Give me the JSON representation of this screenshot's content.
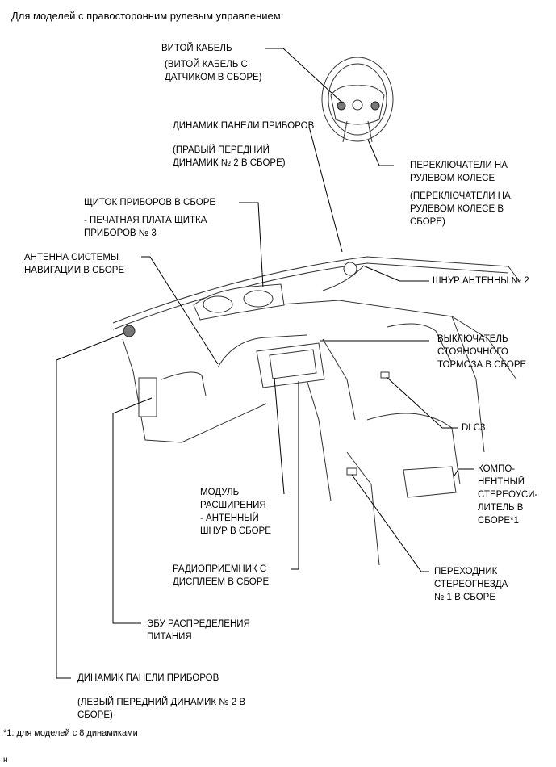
{
  "header": "Для моделей с правосторонним рулевым управлением:",
  "labels": {
    "spiral_cable": "ВИТОЙ КАБЕЛЬ",
    "spiral_cable_note_1": "(ВИТОЙ КАБЕЛЬ С",
    "spiral_cable_note_2": "ДАТЧИКОМ В СБОРЕ)",
    "speaker_right": "ДИНАМИК ПАНЕЛИ ПРИБОРОВ",
    "speaker_right_note_1": "(ПРАВЫЙ ПЕРЕДНИЙ",
    "speaker_right_note_2": "ДИНАМИК № 2 В СБОРЕ)",
    "wheel_switches_1": "ПЕРЕКЛЮЧАТЕЛИ НА",
    "wheel_switches_2": "РУЛЕВОМ КОЛЕСЕ",
    "wheel_switches_note_1": "(ПЕРЕКЛЮЧАТЕЛИ НА",
    "wheel_switches_note_2": "РУЛЕВОМ КОЛЕСЕ В",
    "wheel_switches_note_3": "СБОРЕ)",
    "combination_meter": "ЩИТОК ПРИБОРОВ В СБОРЕ",
    "combination_meter_sub_1": "- ПЕЧАТНАЯ ПЛАТА ЩИТКА",
    "combination_meter_sub_2": "ПРИБОРОВ № 3",
    "nav_antenna_1": "АНТЕННА СИСТЕМЫ",
    "nav_antenna_2": "НАВИГАЦИИ В СБОРЕ",
    "antenna_cord": "ШНУР АНТЕННЫ № 2",
    "parking_brake_1": "ВЫКЛЮЧАТЕЛЬ",
    "parking_brake_2": "СТОЯНОЧНОГО",
    "parking_brake_3": "ТОРМОЗА В СБОРЕ",
    "dlc3": "DLC3",
    "amplifier_1": "КОМПО-",
    "amplifier_2": "НЕНТНЫЙ",
    "amplifier_3": "СТЕРЕОУСИ-",
    "amplifier_4": "ЛИТЕЛЬ В",
    "amplifier_5": "СБОРЕ*1",
    "extension_module_1": "МОДУЛЬ",
    "extension_module_2": "РАСШИРЕНИЯ",
    "extension_module_3": "- АНТЕННЫЙ",
    "extension_module_4": "ШНУР В СБОРЕ",
    "radio_receiver_1": "РАДИОПРИЕМНИК С",
    "radio_receiver_2": "ДИСПЛЕЕМ В СБОРЕ",
    "stereo_jack_1": "ПЕРЕХОДНИК",
    "stereo_jack_2": "СТЕРЕОГНЕЗДА",
    "stereo_jack_3": "№ 1 В СБОРЕ",
    "power_ecu_1": "ЭБУ РАСПРЕДЕЛЕНИЯ",
    "power_ecu_2": "ПИТАНИЯ",
    "speaker_left": "ДИНАМИК ПАНЕЛИ ПРИБОРОВ",
    "speaker_left_note_1": "(ЛЕВЫЙ ПЕРЕДНИЙ ДИНАМИК № 2 В",
    "speaker_left_note_2": "СБОРЕ)"
  },
  "footnote": "*1: для моделей с 8 динамиками",
  "corner_mark": "н"
}
